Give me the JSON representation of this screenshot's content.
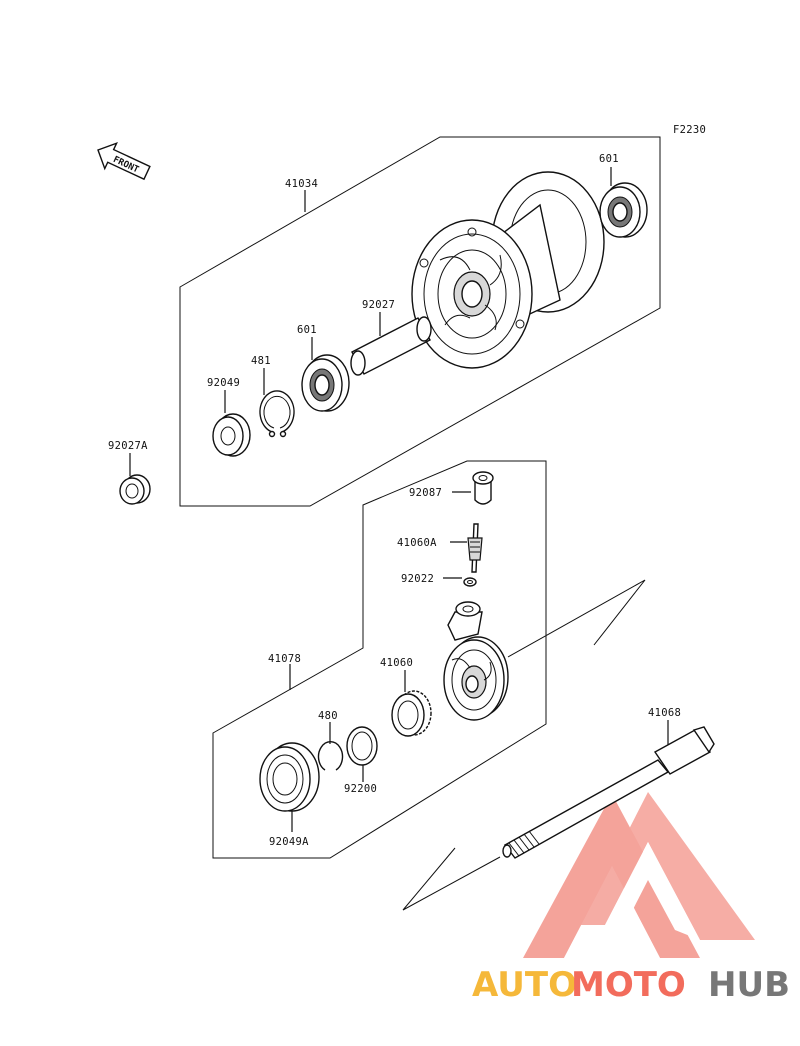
{
  "figure_code": "F2230",
  "front_arrow_label": "FRONT",
  "parts": {
    "p41034": "41034",
    "p601_top": "601",
    "p92027": "92027",
    "p601_mid": "601",
    "p481": "481",
    "p92049": "92049",
    "p92027A": "92027A",
    "p92087": "92087",
    "p41060A": "41060A",
    "p92022": "92022",
    "p41078": "41078",
    "p41060": "41060",
    "p480": "480",
    "p92200": "92200",
    "p92049A": "92049A",
    "p41068": "41068"
  },
  "watermark": {
    "part1": "AUTO",
    "part2": "MOTO",
    "part3": "HUB",
    "color_part1": "#f5b83a",
    "color_part2": "#f26c5c",
    "color_part3": "#777777",
    "logo_color": "#f39389"
  }
}
